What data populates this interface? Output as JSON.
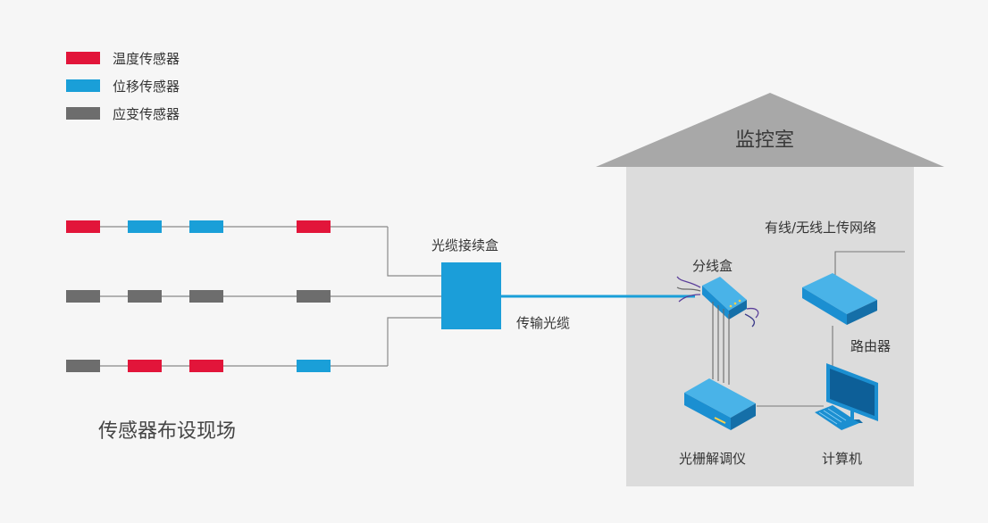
{
  "legend": [
    {
      "label": "温度传感器",
      "color": "#e2153a"
    },
    {
      "label": "位移传感器",
      "color": "#1a9fd8"
    },
    {
      "label": "应变传感器",
      "color": "#6d6d6d"
    }
  ],
  "colors": {
    "temperature": "#e2153a",
    "displacement": "#1a9fd8",
    "strain": "#6d6d6d",
    "device_blue": "#1b8fd1",
    "cable_blue": "#1a9fd8",
    "room_fill": "#dcdcdc",
    "roof_fill": "#a8a8a8"
  },
  "sensor_rows": [
    [
      "temperature",
      "displacement",
      "displacement",
      "temperature"
    ],
    [
      "strain",
      "strain",
      "strain",
      "strain"
    ],
    [
      "strain",
      "temperature",
      "temperature",
      "displacement"
    ]
  ],
  "labels": {
    "splice_box": "光缆接续盒",
    "transmission_cable": "传输光缆",
    "field_site": "传感器布设现场",
    "control_room": "监控室",
    "distribution_box": "分线盒",
    "upload": "有线/无线上传网络",
    "router": "路由器",
    "demodulator": "光栅解调仪",
    "computer": "计算机"
  }
}
